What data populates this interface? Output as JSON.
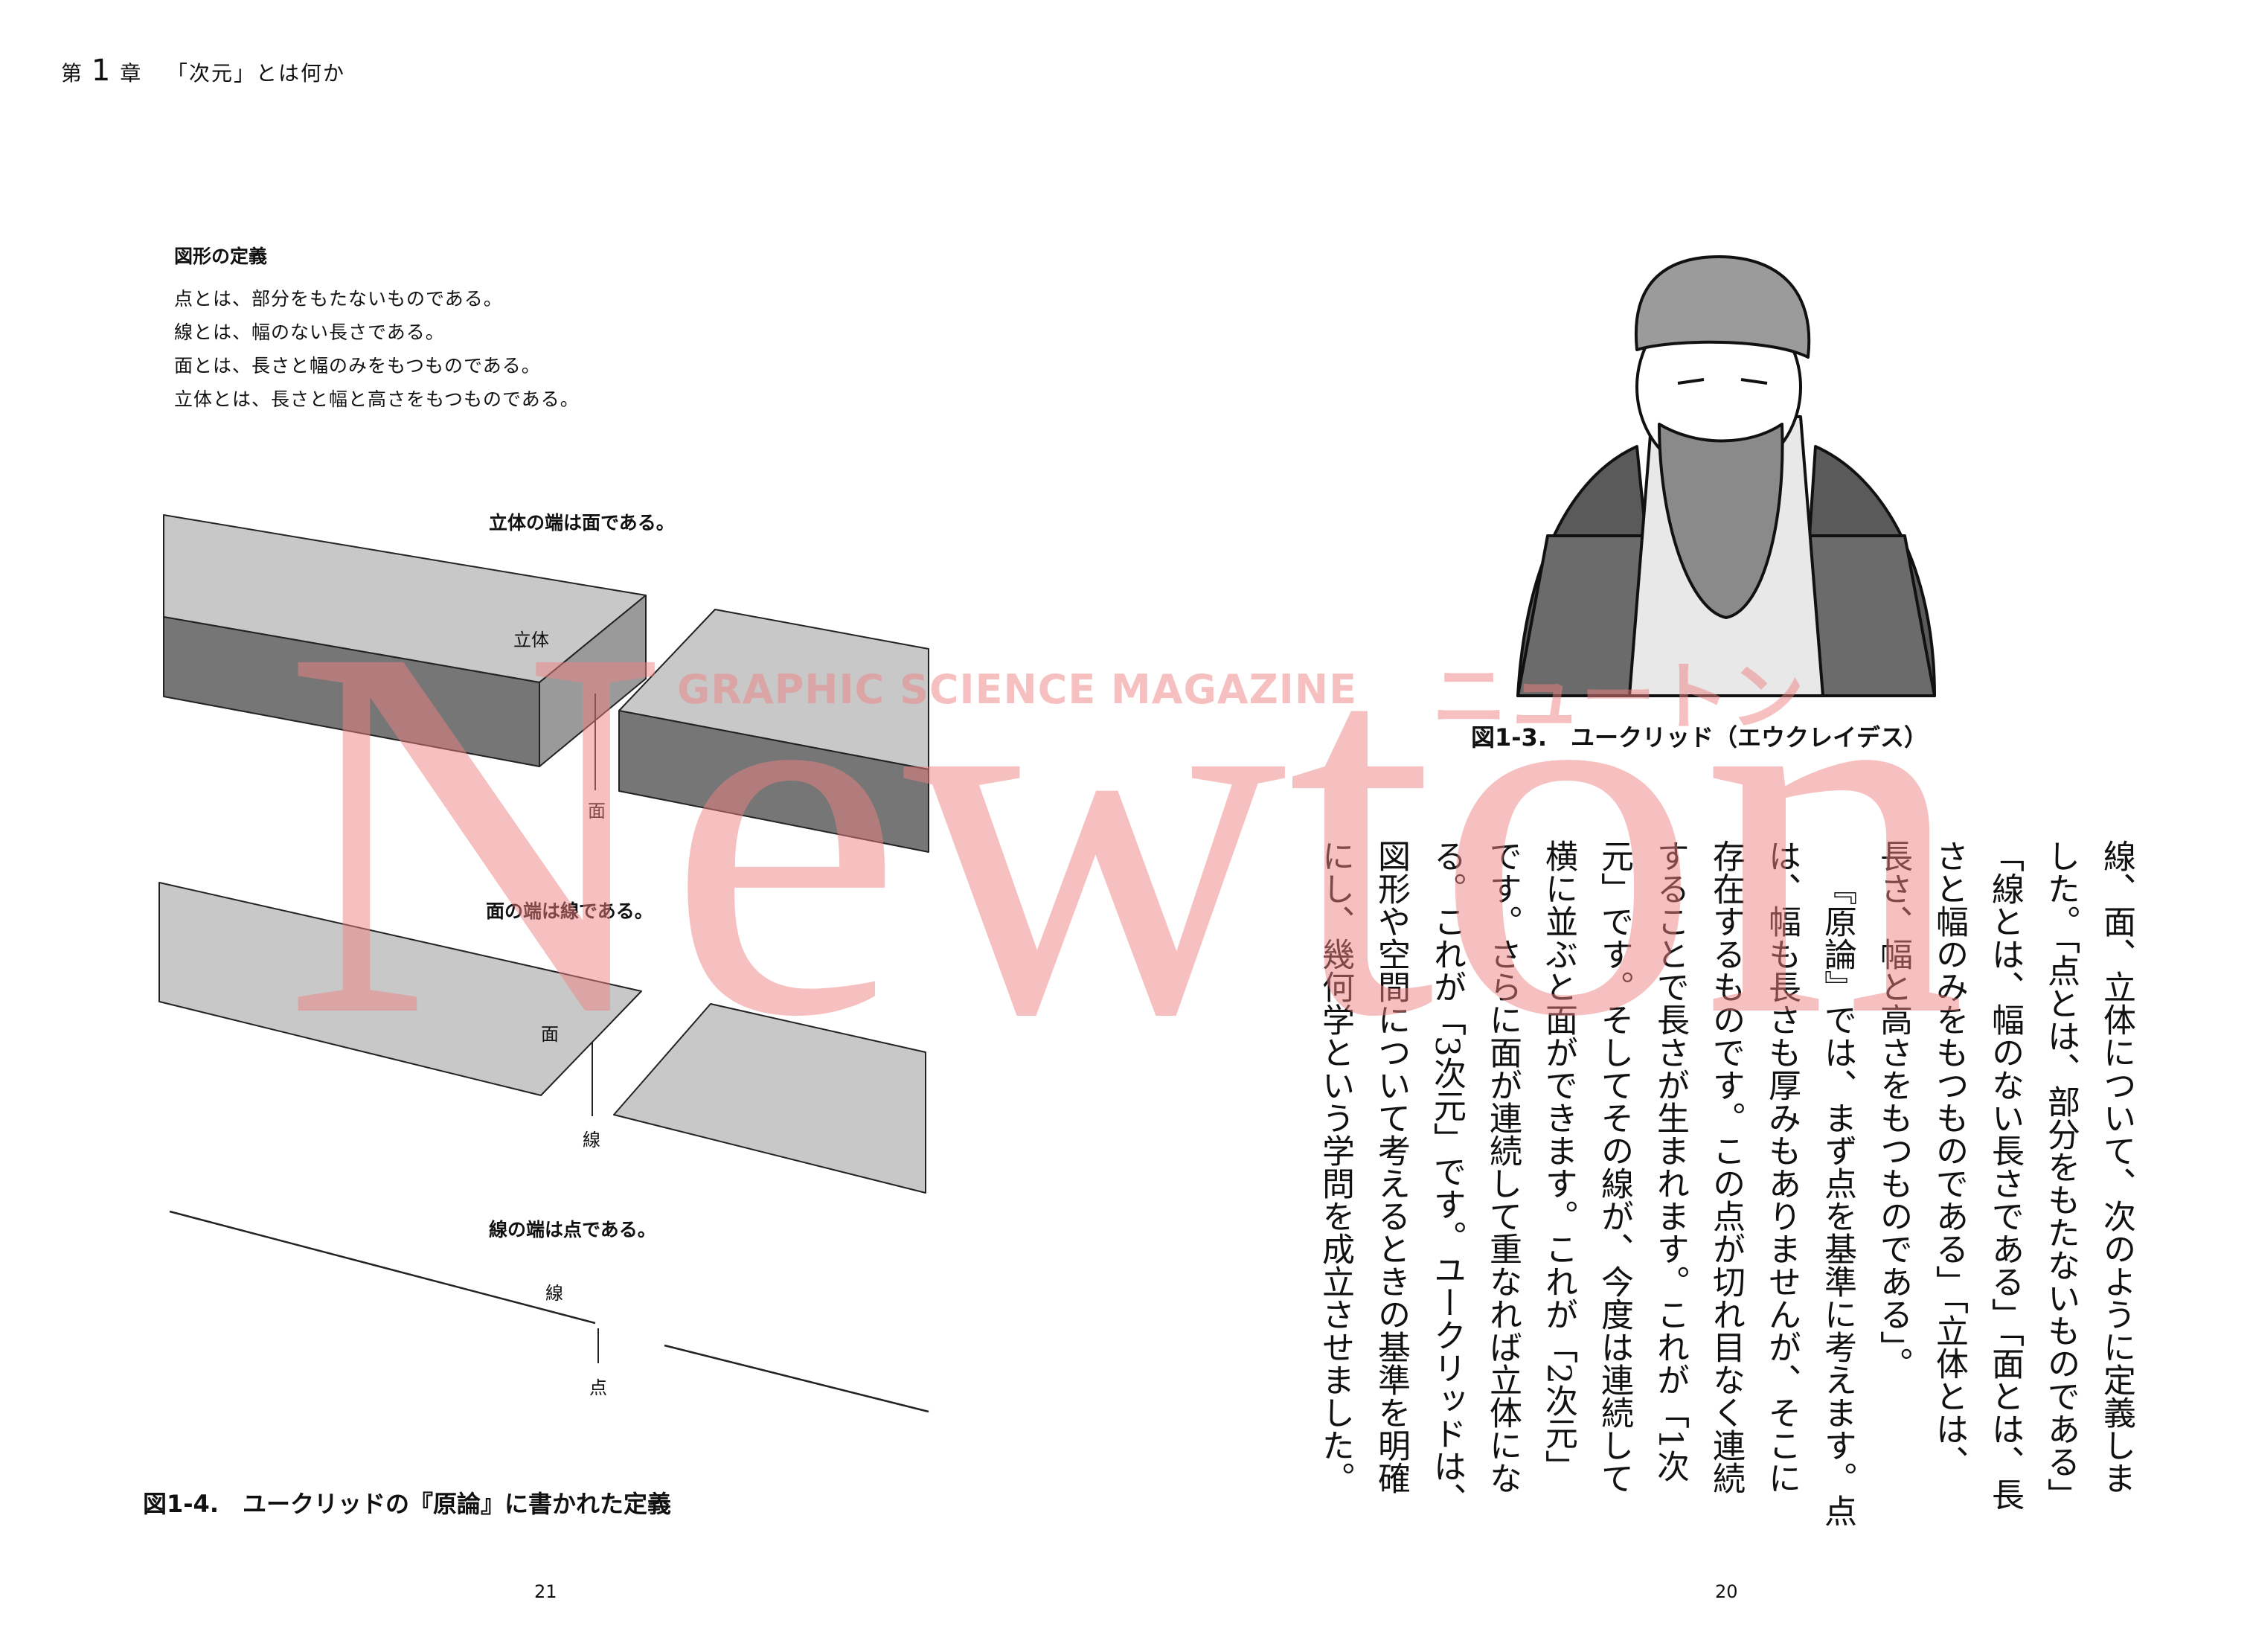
{
  "header": {
    "chapter_prefix": "第",
    "chapter_num": "1",
    "chapter_suffix": "章",
    "chapter_title": "「次元」とは何か"
  },
  "definitions": {
    "title": "図形の定義",
    "lines": [
      "点とは、部分をもたないものである。",
      "線とは、幅のない長さである。",
      "面とは、長さと幅のみをもつものである。",
      "立体とは、長さと幅と高さをもつものである。"
    ]
  },
  "figure_1_4": {
    "solid_title": "立体の端は面である。",
    "solid_label": "立体",
    "solid_face_label": "面",
    "plane_title": "面の端は線である。",
    "plane_label": "面",
    "plane_line_label": "線",
    "line_title": "線の端は点である。",
    "line_label": "線",
    "line_point_label": "点",
    "caption": "図1-4.　ユークリッドの『原論』に書かれた定義"
  },
  "figure_1_3": {
    "caption": "図1-3.　ユークリッド（エウクレイデス）"
  },
  "body_columns": [
    "線、面、立体について、次のように定義しま",
    "した。「点とは、部分をもたないものである」",
    "「線とは、幅のない長さである」「面とは、長",
    "さと幅のみをもつものである」「立体とは、",
    "長さ、幅と高さをもつものである」。",
    "『原論』では、まず点を基準に考えます。点",
    "は、幅も長さも厚みもありませんが、そこに",
    "存在するものです。この点が切れ目なく連続",
    "することで長さが生まれます。これが「1次",
    "元」です。そしてその線が、今度は連続して",
    "横に並ぶと面ができます。これが「2次元」",
    "です。さらに面が連続して重なれば立体にな",
    "る。これが「3次元」です。ユークリッドは、",
    "図形や空間について考えるときの基準を明確",
    "にし、幾何学という学問を成立させました。"
  ],
  "page_numbers": {
    "left": "21",
    "right": "20"
  },
  "watermark": {
    "logo": "Newton",
    "tagline": "GRAPHIC SCIENCE MAGAZINE",
    "kana": "ニュートン"
  },
  "colors": {
    "watermark": "#f4a9a9",
    "light_face": "#c8c8c8",
    "dark_face": "#767676"
  }
}
